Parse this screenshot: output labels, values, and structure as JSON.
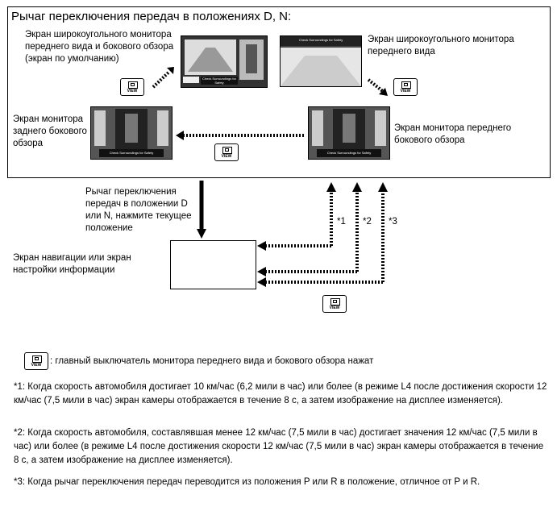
{
  "title": "Рычаг переключения передач в положениях D, N:",
  "screens": {
    "wide_front_side": "Экран широкоугольного монитора переднего вида и бокового обзора (экран по умолчанию)",
    "wide_front": "Экран широкоугольного монитора переднего вида",
    "rear_side": "Экран монитора заднего бокового обзора",
    "front_side": "Экран монитора переднего бокового обзора"
  },
  "screen_banner": "Check Surroundings for Safety",
  "view_button_label": "VIEW",
  "shift_instruction": "Рычаг переключения передач в положении D или N, нажмите текущее положение",
  "markers": [
    "*1",
    "*2",
    "*3"
  ],
  "nav_label": "Экран навигации или экран настройки информации",
  "legend_text": ": главный выключатель монитора переднего вида и бокового обзора нажат",
  "notes": [
    "*1: Когда скорость автомобиля достигает 10 км/час (6,2 мили в час) или более (в режиме L4 после достижения скорости 12 км/час (7,5 мили в час) экран камеры отображается в течение 8 с, а затем изображение на дисплее изменяется).",
    "*2: Когда скорость автомобиля, составлявшая менее 12 км/час (7,5 мили в час) достигает значения 12 км/час (7,5 мили в час) или более (в режиме L4 после достижения скорости 12 км/час (7,5 мили в час) экран камеры отображается в течение 8 с, а затем изображение на дисплее изменяется).",
    "*3: Когда рычаг переключения передач переводится из положения P или R в положение, отличное от P и R."
  ]
}
